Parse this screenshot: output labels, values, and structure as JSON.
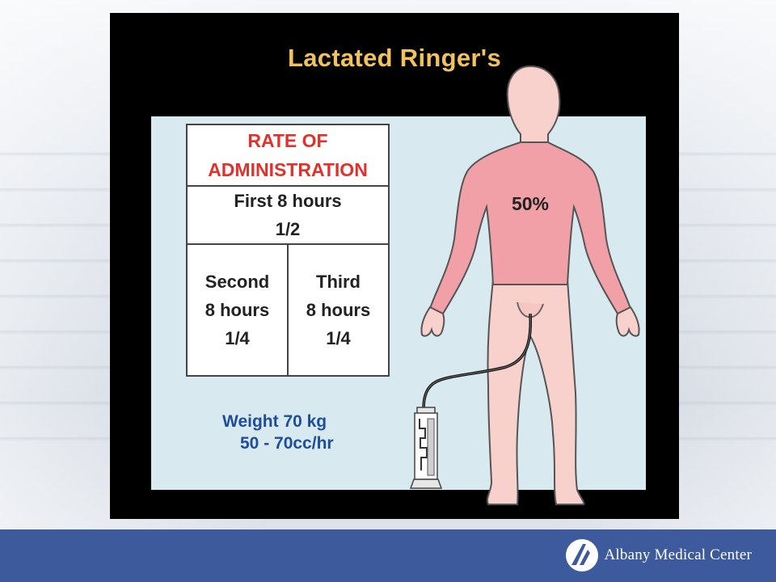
{
  "figure": {
    "title": "Lactated Ringer's",
    "table": {
      "header_line1": "RATE OF",
      "header_line2": "ADMINISTRATION",
      "first_label": "First 8 hours",
      "first_value": "1/2",
      "second_line1": "Second",
      "second_line2": "8 hours",
      "second_value": "1/4",
      "third_line1": "Third",
      "third_line2": "8 hours",
      "third_value": "1/4"
    },
    "weight_line1": "Weight 70 kg",
    "weight_line2": "50 - 70cc/hr",
    "burn_percent_label": "50%"
  },
  "footer": {
    "logo_text": "Albany Medical Center"
  },
  "colors": {
    "title": "#f2c25c",
    "table_header": "#e0322b",
    "weight_text": "#1e4d9e",
    "burned_area": "#f0a0a6",
    "skin": "#f8d0cc",
    "panel": "#d8e9ef",
    "footer_bar": "#3d5a9d"
  }
}
